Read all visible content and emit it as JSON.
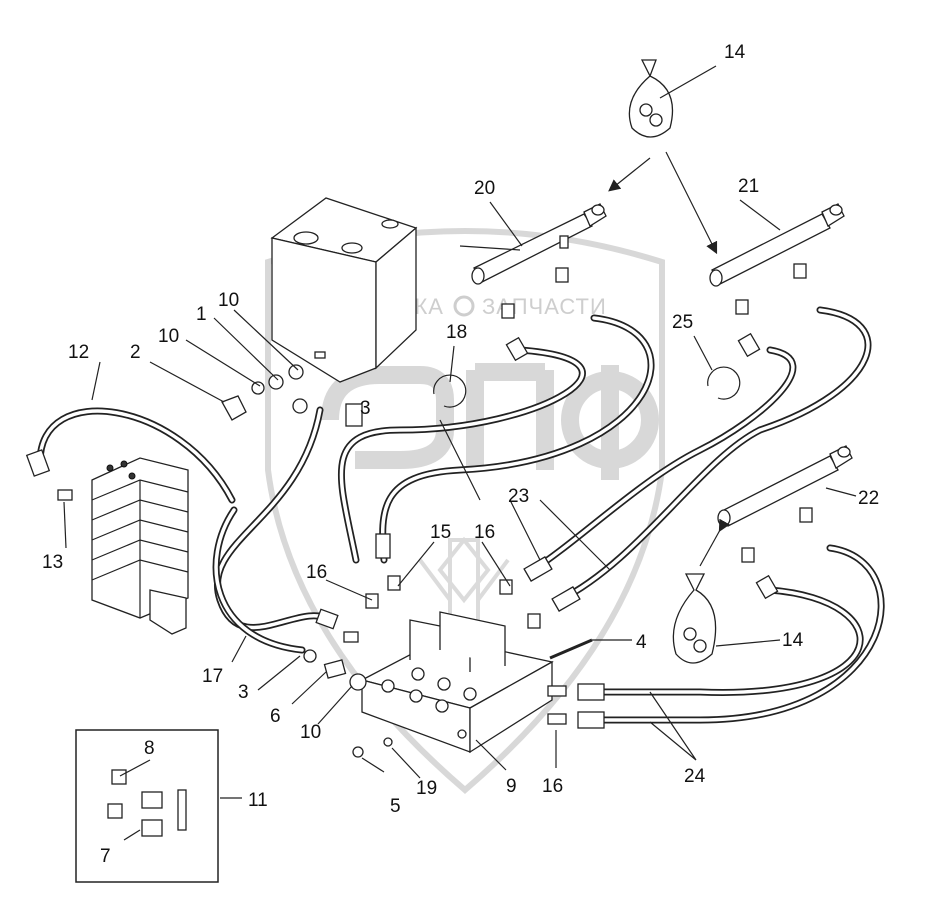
{
  "watermark": {
    "left_text": "ТЕХНИКА",
    "right_text": "ЗАПЧАСТИ"
  },
  "callouts": [
    {
      "id": "c1",
      "text": "1"
    },
    {
      "id": "c2",
      "text": "2"
    },
    {
      "id": "c3a",
      "text": "3"
    },
    {
      "id": "c3b",
      "text": "3"
    },
    {
      "id": "c4",
      "text": "4"
    },
    {
      "id": "c5",
      "text": "5"
    },
    {
      "id": "c6",
      "text": "6"
    },
    {
      "id": "c7",
      "text": "7"
    },
    {
      "id": "c8",
      "text": "8"
    },
    {
      "id": "c9",
      "text": "9"
    },
    {
      "id": "c10a",
      "text": "10"
    },
    {
      "id": "c10b",
      "text": "10"
    },
    {
      "id": "c10c",
      "text": "10"
    },
    {
      "id": "c11",
      "text": "11"
    },
    {
      "id": "c12",
      "text": "12"
    },
    {
      "id": "c13",
      "text": "13"
    },
    {
      "id": "c14a",
      "text": "14"
    },
    {
      "id": "c14b",
      "text": "14"
    },
    {
      "id": "c15",
      "text": "15"
    },
    {
      "id": "c16a",
      "text": "16"
    },
    {
      "id": "c16b",
      "text": "16"
    },
    {
      "id": "c16c",
      "text": "16"
    },
    {
      "id": "c17",
      "text": "17"
    },
    {
      "id": "c18",
      "text": "18"
    },
    {
      "id": "c19",
      "text": "19"
    },
    {
      "id": "c20",
      "text": "20"
    },
    {
      "id": "c21",
      "text": "21"
    },
    {
      "id": "c22",
      "text": "22"
    },
    {
      "id": "c23",
      "text": "23"
    },
    {
      "id": "c24",
      "text": "24"
    },
    {
      "id": "c25",
      "text": "25"
    }
  ]
}
